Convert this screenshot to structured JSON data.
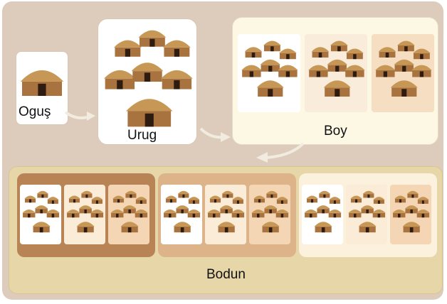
{
  "diagram": {
    "labels": {
      "ogus": "Oguş",
      "urug": "Urug",
      "boy": "Boy",
      "bodun": "Bodun"
    },
    "colors": {
      "frame": "#ddccbb",
      "box_white": "#ffffff",
      "boy_panel": "#fdf8e4",
      "boy_cell_2": "#f9ecdb",
      "boy_cell_3": "#f6dec2",
      "bodun_panel": "#e6d6a8",
      "group_1": "#b98455",
      "group_2": "#ddb48a",
      "group_3": "#fbf1dc",
      "arrow": "#f2ece0",
      "yurt_roof": "#c79755",
      "yurt_wall": "#a97340",
      "yurt_door": "#2e1c10"
    },
    "structure": {
      "ogus_yurts": 1,
      "urug_yurts": 7,
      "boy_units": 3,
      "bodun_groups": 3,
      "units_per_group": 3
    }
  }
}
